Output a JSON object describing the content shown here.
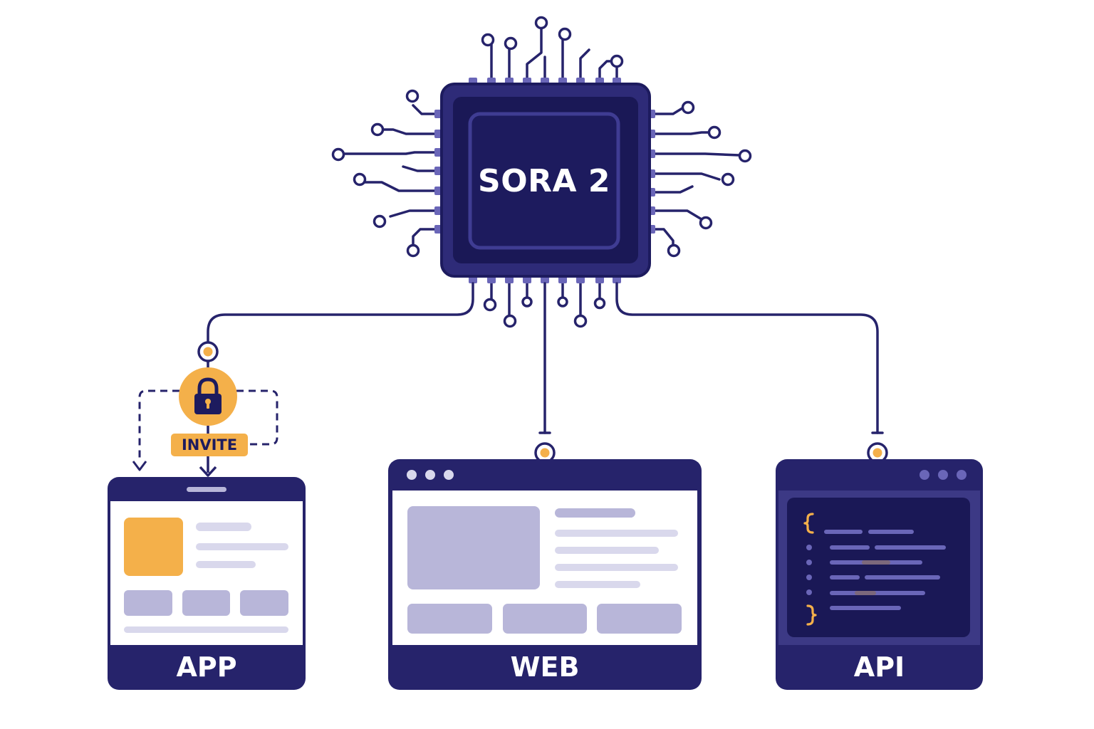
{
  "chip": {
    "label": "SORA 2"
  },
  "lock": {
    "badge_label": "INVITE"
  },
  "platforms": [
    {
      "id": "app",
      "label": "APP"
    },
    {
      "id": "web",
      "label": "WEB"
    },
    {
      "id": "api",
      "label": "API"
    }
  ],
  "colors": {
    "navy": "#26236b",
    "navy_dark": "#1d1b5e",
    "chip_inner": "#1a1856",
    "pin": "#6a66b8",
    "accent_orange": "#f4b04a",
    "placeholder_lavender": "#b8b6d9",
    "placeholder_light": "#d9d8ec",
    "background": "#ffffff"
  },
  "icons": [
    "lock-icon",
    "connector-node-icon",
    "code-brace-icon",
    "window-dots-icon"
  ]
}
